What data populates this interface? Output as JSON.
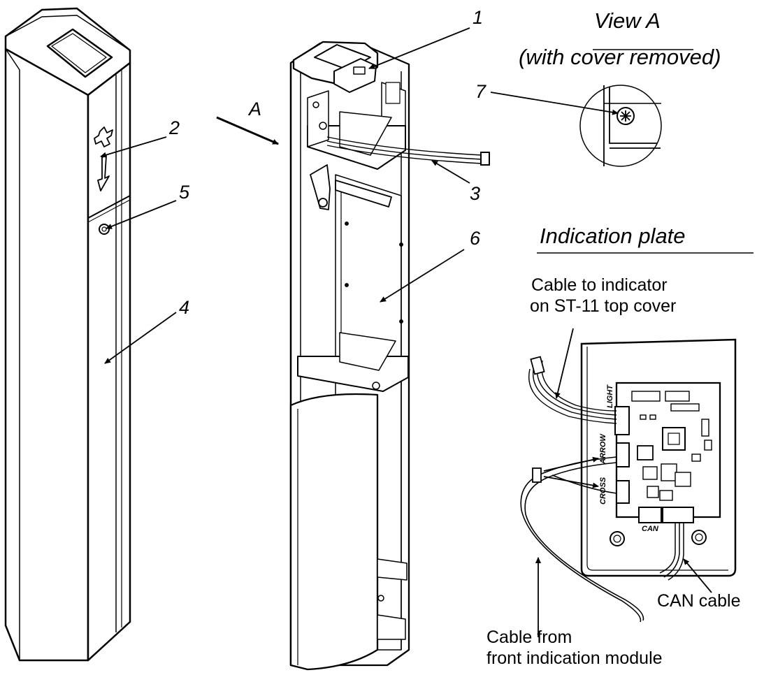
{
  "callouts": {
    "n1": "1",
    "n2": "2",
    "n3": "3",
    "n4": "4",
    "n5": "5",
    "n6": "6",
    "n7": "7",
    "view_letter": "A"
  },
  "view_a": {
    "title": "View A",
    "subtitle": "(with cover removed)"
  },
  "indication_plate": {
    "title": "Indication plate",
    "cable_top_line1": "Cable to indicator",
    "cable_top_line2": "on ST-11 top cover",
    "cable_front_line1": "Cable from",
    "cable_front_line2": "front indication module",
    "can_cable": "CAN cable",
    "pcb_light": "LIGHT",
    "pcb_arrow": "ARROW",
    "pcb_cross": "CROSS",
    "pcb_can": "CAN"
  },
  "colors": {
    "line": "#000000",
    "panel": "#ffffff",
    "shade": "#d9d9d9",
    "dark_shade": "#9a9a9a"
  }
}
